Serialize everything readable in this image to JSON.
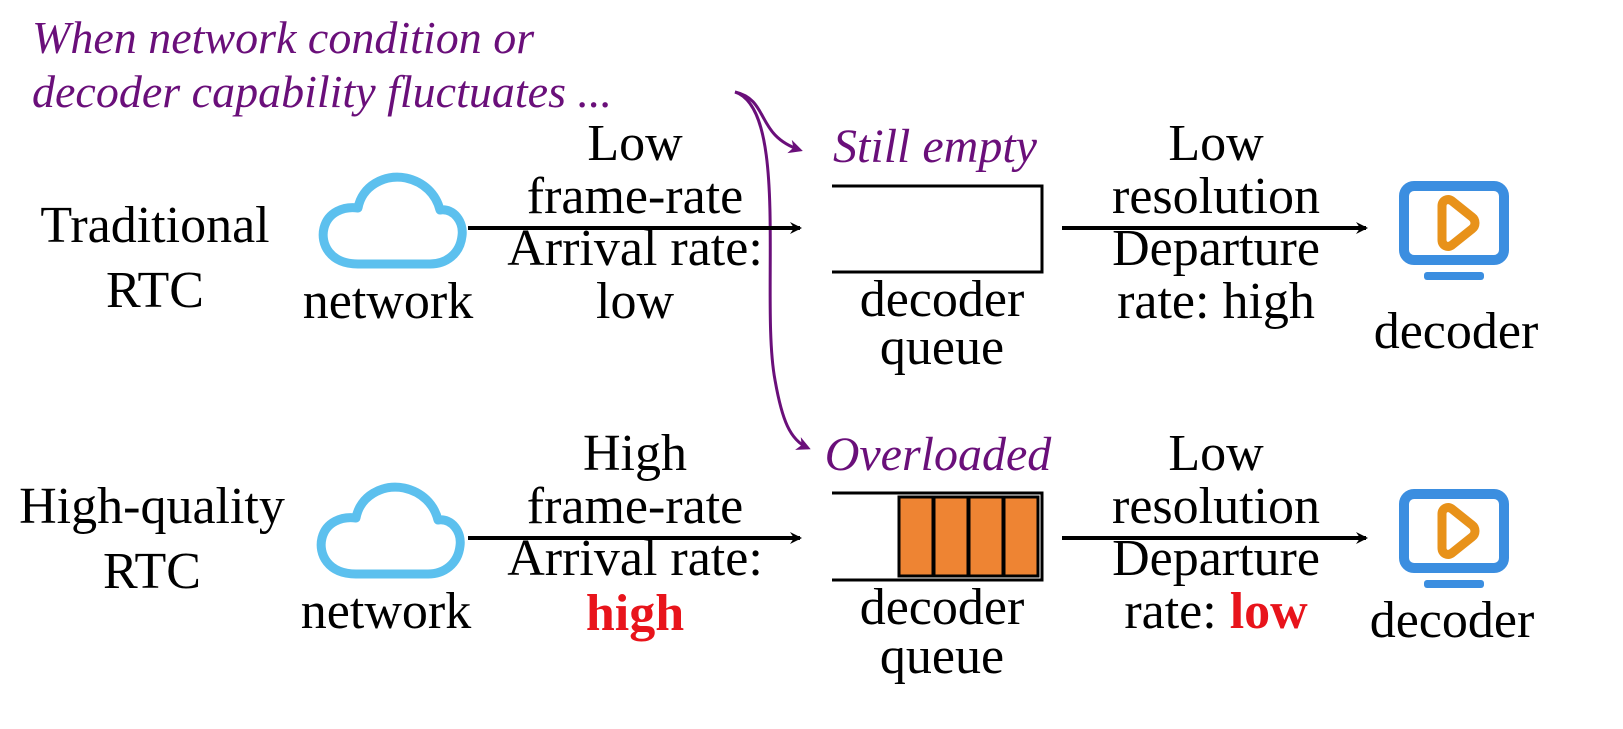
{
  "annotation": {
    "line1": "When network condition or",
    "line2": "decoder capability fluctuates ..."
  },
  "colors": {
    "annotation": "#6a0f7a",
    "highlight": "#e8141b",
    "cloud": "#5cc0ee",
    "monitor": "#3b8ee0",
    "play": "#e8921a",
    "frame": "#ee8433"
  },
  "icons": {
    "network": "cloud-icon",
    "decoder": "monitor-play-icon"
  },
  "rows": [
    {
      "id": "traditional",
      "label_line1": "Traditional",
      "label_line2": "RTC",
      "network_label": "network",
      "input_line1": "Low",
      "input_line2": "frame-rate",
      "arrival_line1": "Arrival rate:",
      "arrival_value": "low",
      "queue_status": "Still empty",
      "queue_frames": 0,
      "queue_label_line1": "decoder",
      "queue_label_line2": "queue",
      "output_line1": "Low",
      "output_line2": "resolution",
      "departure_line1": "Departure",
      "departure_prefix": "rate:",
      "departure_value": "high",
      "decoder_label": "decoder"
    },
    {
      "id": "high-quality",
      "label_line1": "High-quality",
      "label_line2": "RTC",
      "network_label": "network",
      "input_line1": "High",
      "input_line2": "frame-rate",
      "arrival_line1": "Arrival rate:",
      "arrival_value": "high",
      "queue_status": "Overloaded",
      "queue_frames": 4,
      "queue_label_line1": "decoder",
      "queue_label_line2": "queue",
      "output_line1": "Low",
      "output_line2": "resolution",
      "departure_line1": "Departure",
      "departure_prefix": "rate:",
      "departure_value": "low",
      "decoder_label": "decoder"
    }
  ]
}
